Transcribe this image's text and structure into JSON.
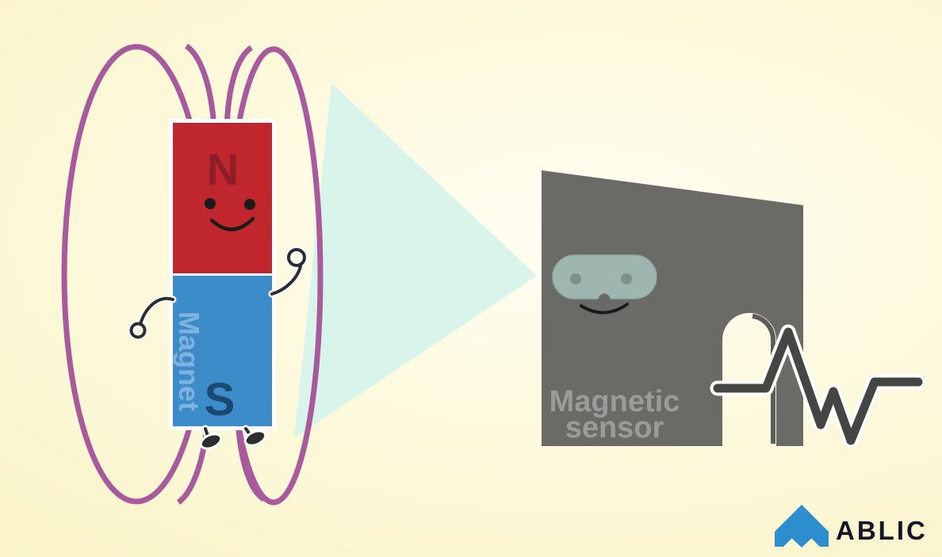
{
  "illustration": {
    "magnet": {
      "north_label": "N",
      "south_label": "S",
      "side_label": "Magnet"
    },
    "sensor": {
      "label_line1": "Magnetic",
      "label_line2": "sensor"
    },
    "logo": {
      "brand": "ABLIC"
    }
  },
  "colors": {
    "background_center": "#fffef2",
    "background_edge": "#f9f1bf",
    "magnet_red": "#c0262e",
    "magnet_blue": "#3d8cca",
    "north_text": "#8d1d26",
    "south_text": "#1a4a70",
    "magnet_side_text": "#7fb2dd",
    "field_line": "#a85a9d",
    "beam": "#d9f5eb",
    "wall": "#6a6a66",
    "wall_shadow": "#5d5d5b",
    "wall_text": "#9b9b99",
    "goggles": "#9fb6b0",
    "goggle_eye": "#7b918b",
    "face_black": "#1b1b1b",
    "waveform": "#454543",
    "logo_blue": "#2d8ecd",
    "logo_text": "#15152a"
  }
}
